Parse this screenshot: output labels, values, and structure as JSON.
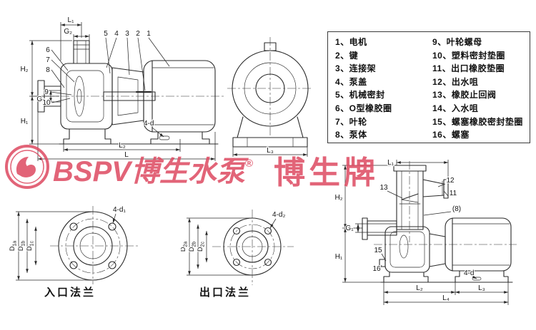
{
  "parts_list": {
    "items": [
      "1、电机",
      "2、键",
      "3、连接架",
      "4、泵盖",
      "5、机械密封",
      "6、O型橡胶圈",
      "7、叶轮",
      "8、泵体",
      "9、叶轮螺母",
      "10、塑料密封垫圈",
      "11、出口橡胶垫圈",
      "12、出水咀",
      "13、橡胶止回阀",
      "14、入水咀",
      "15、螺塞橡胶密封垫圈",
      "16、螺塞"
    ]
  },
  "watermark": {
    "latin": "BSPV",
    "cjk": "博生水泵",
    "reg": "®",
    "brand": "博生牌",
    "color": "#dd4a61"
  },
  "main_drawing": {
    "callouts_top": [
      "5",
      "4",
      "3",
      "2",
      "1"
    ],
    "callouts_left": [
      "6",
      "7",
      "8",
      "9",
      "10"
    ],
    "dims": {
      "L1": "L₁",
      "G2": "G₂",
      "H2": "H₂",
      "G1": "G₁",
      "H1": "H₁",
      "L2": "L₂",
      "L": "L",
      "holes": "4-d"
    }
  },
  "front_view": {
    "dims": {
      "L3": "L₃"
    }
  },
  "side_drawing": {
    "callouts": {
      "n13": "13",
      "n12": "12",
      "n11": "11",
      "n8": "(8)",
      "n15": "15",
      "n16": "16"
    },
    "dims": {
      "L1": "L₁",
      "H2": "H₂",
      "G1": "G₁",
      "H1": "H₁",
      "L2": "L₂",
      "L3": "L₃",
      "L4": "L₄",
      "holes": "4-d"
    }
  },
  "flange_inlet": {
    "title": "入口法兰",
    "holes": "4-d₁",
    "dims": [
      {
        "base": "D",
        "sub": "1a"
      },
      {
        "base": "D",
        "sub": "1b"
      },
      {
        "base": "D",
        "sub": "1c"
      }
    ]
  },
  "flange_outlet": {
    "title": "出口法兰",
    "holes": "4-d₂",
    "dims": [
      {
        "base": "D",
        "sub": "2a"
      },
      {
        "base": "D",
        "sub": "2b"
      },
      {
        "base": "D",
        "sub": "2c"
      }
    ]
  }
}
